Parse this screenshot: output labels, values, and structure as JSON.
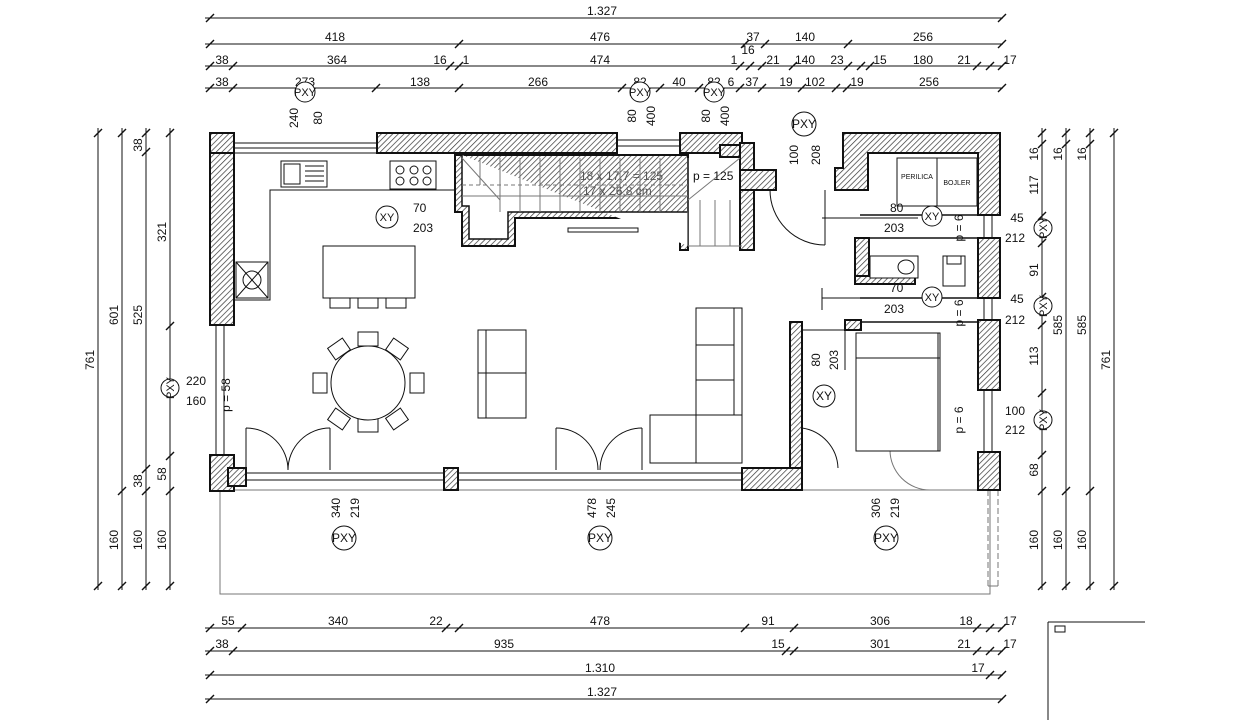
{
  "dimensions": {
    "top_row1": [
      "1.327"
    ],
    "top_row2": [
      "418",
      "476",
      "37",
      "140",
      "256"
    ],
    "top_row2_small": [
      "16"
    ],
    "top_row3": [
      "38",
      "364",
      "16",
      "1",
      "474",
      "1",
      "21",
      "140",
      "23",
      "15",
      "180",
      "21",
      "17"
    ],
    "top_row4": [
      "38",
      "273",
      "138",
      "266",
      "82",
      "40",
      "82",
      "6",
      "37",
      "19",
      "102",
      "19",
      "256"
    ],
    "bottom_row1": [
      "55",
      "340",
      "22",
      "478",
      "91",
      "306",
      "18",
      "17"
    ],
    "bottom_row2": [
      "38",
      "935",
      "15",
      "301",
      "21",
      "17"
    ],
    "bottom_row3": [
      "1.310",
      "17"
    ],
    "bottom_row4": [
      "1.327"
    ],
    "left_col1": [
      "761"
    ],
    "left_col2": [
      "601",
      "160"
    ],
    "left_col3": [
      "38",
      "525",
      "38",
      "160"
    ],
    "left_col4": [
      "321",
      "220",
      "160",
      "58",
      "160"
    ],
    "right_col1": [
      "16",
      "117",
      "45",
      "91",
      "45",
      "113",
      "100",
      "68",
      "160"
    ],
    "right_col2": [
      "16",
      "585",
      "160"
    ],
    "right_col3": [
      "16",
      "585",
      "160"
    ],
    "right_col4": [
      "761"
    ]
  },
  "openings": {
    "window_top_left": [
      "240",
      "80"
    ],
    "window_top_mid1": [
      "80",
      "400"
    ],
    "window_top_mid2": [
      "80",
      "400"
    ],
    "window_right_top": [
      "100",
      "208"
    ],
    "window_left": [
      "220",
      "160",
      "p = 58"
    ],
    "door_bottom_left": [
      "340",
      "219"
    ],
    "door_bottom_mid": [
      "478",
      "245"
    ],
    "door_bottom_right": [
      "306",
      "219"
    ],
    "door_stair": [
      "70",
      "203"
    ],
    "door_laundry": [
      "80",
      "203"
    ],
    "door_wc": [
      "70",
      "203"
    ],
    "door_bed": [
      "80",
      "203"
    ],
    "window_right1": [
      "45",
      "212",
      "p = 6"
    ],
    "window_right2": [
      "45",
      "212",
      "p = 6"
    ],
    "window_right3": [
      "100",
      "212",
      "p = 6"
    ],
    "sill_laundry": "p = 6",
    "sill_wc": "p = 6"
  },
  "markers": {
    "pxy": "PXY",
    "xy": "XY"
  },
  "stairs": {
    "line1": "18 x 17,7 = 125",
    "line2": "17 x 26,8 cm",
    "height": "p = 125"
  },
  "rooms": {
    "laundry1": "PERILICA",
    "laundry2": "BOJLER"
  },
  "colors": {
    "line": "#111111",
    "wall_hatch": "#444444",
    "light": "#888888"
  }
}
